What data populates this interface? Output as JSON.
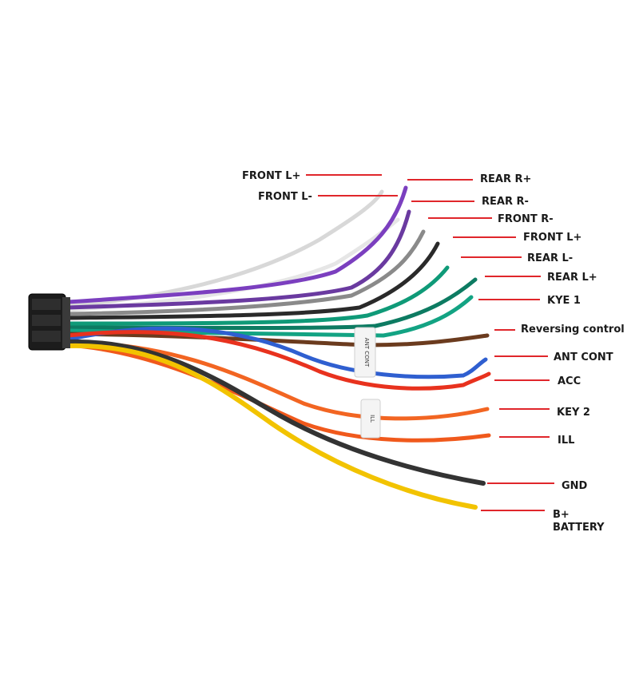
{
  "colors": {
    "background": "#ffffff",
    "leader_line": "#e0262b",
    "label_text": "#1a1a1a",
    "connector_body": "#1c1c1c"
  },
  "labels": {
    "front_l_plus": "FRONT L+",
    "front_l_minus": "FRONT L-",
    "rear_r_plus": "REAR R+",
    "rear_r_minus": "REAR R-",
    "front_r_minus": "FRONT R-",
    "front_l_plus_2": "FRONT L+",
    "rear_l_minus": "REAR L-",
    "rear_l_plus": "REAR L+",
    "kye_1": "KYE 1",
    "reversing_control": "Reversing control",
    "ant_cont": "ANT CONT",
    "acc": "ACC",
    "key_2": "KEY 2",
    "ill": "ILL",
    "gnd": "GND",
    "b_plus": "B+",
    "battery": "BATTERY"
  },
  "wire_colors": {
    "white_black": "#d8d8d8",
    "grey": "#8a8a8a",
    "purple": "#7b3fbf",
    "purple_black": "#6a3aa0",
    "grey_black": "#777777",
    "white": "#e6e6e6",
    "black": "#2a2a2a",
    "green": "#0f9a78",
    "green_black": "#0d7b62",
    "green_2": "#13a383",
    "brown": "#6b3b1e",
    "blue": "#2f5fd0",
    "red": "#e8321e",
    "orange": "#f26522",
    "orange_2": "#f0591c",
    "gnd_black": "#333333",
    "yellow": "#f2c300"
  },
  "tags": {
    "tag_1": "ANT CONT",
    "tag_2": "ILL"
  }
}
